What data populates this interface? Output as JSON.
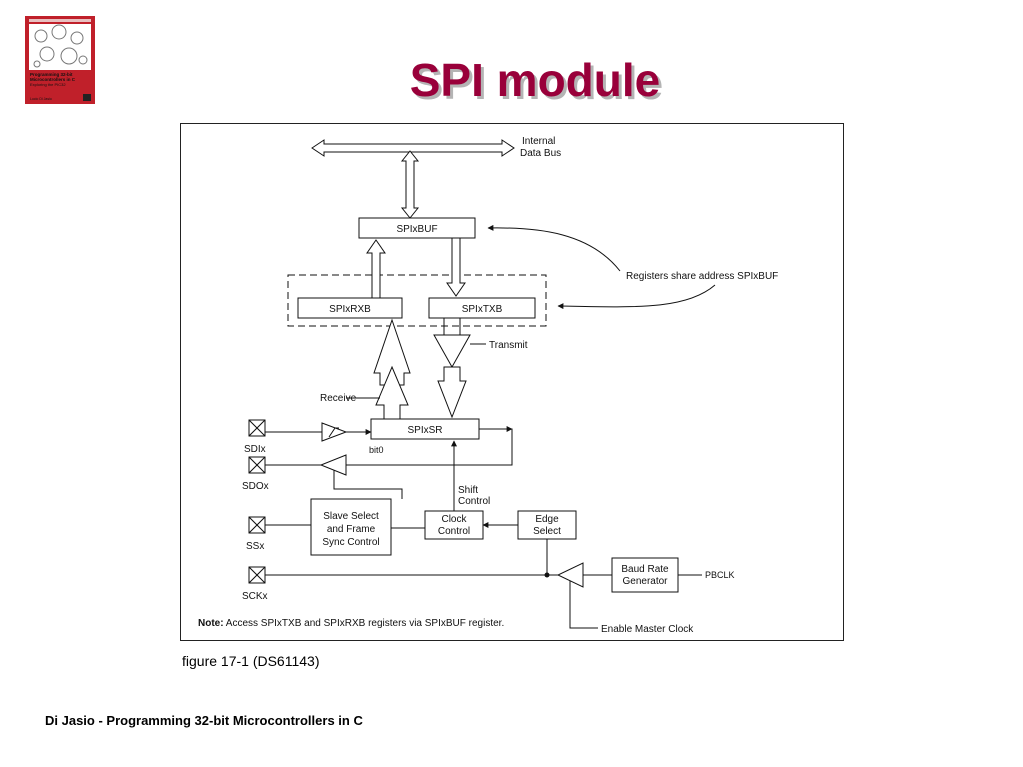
{
  "slide": {
    "title": "SPI module",
    "caption": "figure 17-1 (DS61143)",
    "footer": "Di Jasio - Programming 32-bit Microcontrollers in C"
  },
  "book_cover": {
    "title_line1": "Programming 32-bit",
    "title_line2": "Microcontrollers in C",
    "subtitle": "Exploring the PIC32",
    "author": "Lucio Di Jasio",
    "colors": {
      "cover": "#c0202a",
      "panel": "#ffffff"
    }
  },
  "diagram": {
    "bus": {
      "line1": "Internal",
      "line2": "Data Bus"
    },
    "blocks": {
      "buf": "SPIxBUF",
      "rxb": "SPIxRXB",
      "txb": "SPIxTXB",
      "sr": "SPIxSR",
      "ss_line1": "Slave Select",
      "ss_line2": "and Frame",
      "ss_line3": "Sync Control",
      "clk_line1": "Clock",
      "clk_line2": "Control",
      "edge_line1": "Edge",
      "edge_line2": "Select",
      "baud_line1": "Baud Rate",
      "baud_line2": "Generator"
    },
    "labels": {
      "share": "Registers share address SPIxBUF",
      "transmit": "Transmit",
      "receive": "Receive",
      "bit0": "bit0",
      "shift_line1": "Shift",
      "shift_line2": "Control",
      "pbclk": "PBCLK",
      "enable_clock": "Enable Master Clock"
    },
    "pins": {
      "sdi": "SDIx",
      "sdo": "SDOx",
      "ss": "SSx",
      "sck": "SCKx"
    },
    "note": {
      "bold": "Note:",
      "text": " Access SPIxTXB and SPIxRXB registers via SPIxBUF register."
    }
  }
}
